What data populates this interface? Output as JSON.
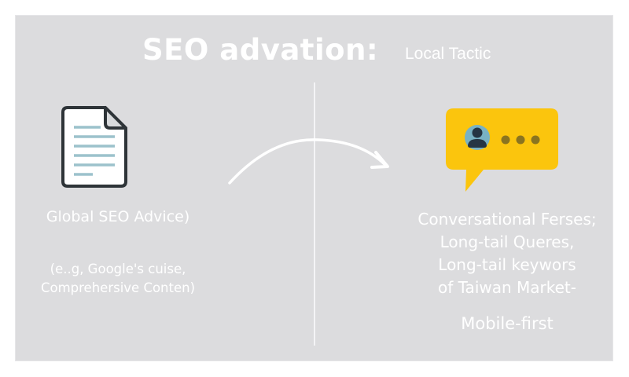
{
  "header": {
    "title": "SEO advation:",
    "subtitle": "Local Tactic"
  },
  "left": {
    "icon": "document-icon",
    "heading": "Global SEO Advice)",
    "example_lines": [
      "(e..g, Google's cuise,",
      "Comprehersive Conten)"
    ]
  },
  "transition": {
    "icon": "curved-arrow-right-icon"
  },
  "right": {
    "icon": "chat-bubble-user-typing-icon",
    "lines": [
      "Conversational Ferses;",
      "Long-tail Queres,",
      "Long-tail keywors",
      "of Taiwan Market-"
    ],
    "footer": "Mobile-first"
  },
  "colors": {
    "panel_background": "#dcdcde",
    "text": "#ffffff",
    "chat_bubble": "#fbc50d",
    "avatar_circle": "#78b2c4",
    "avatar_figure": "#253544",
    "typing_dots": "#8a7420",
    "document_outline": "#2e3438",
    "document_lines": "#9cc2cc"
  }
}
